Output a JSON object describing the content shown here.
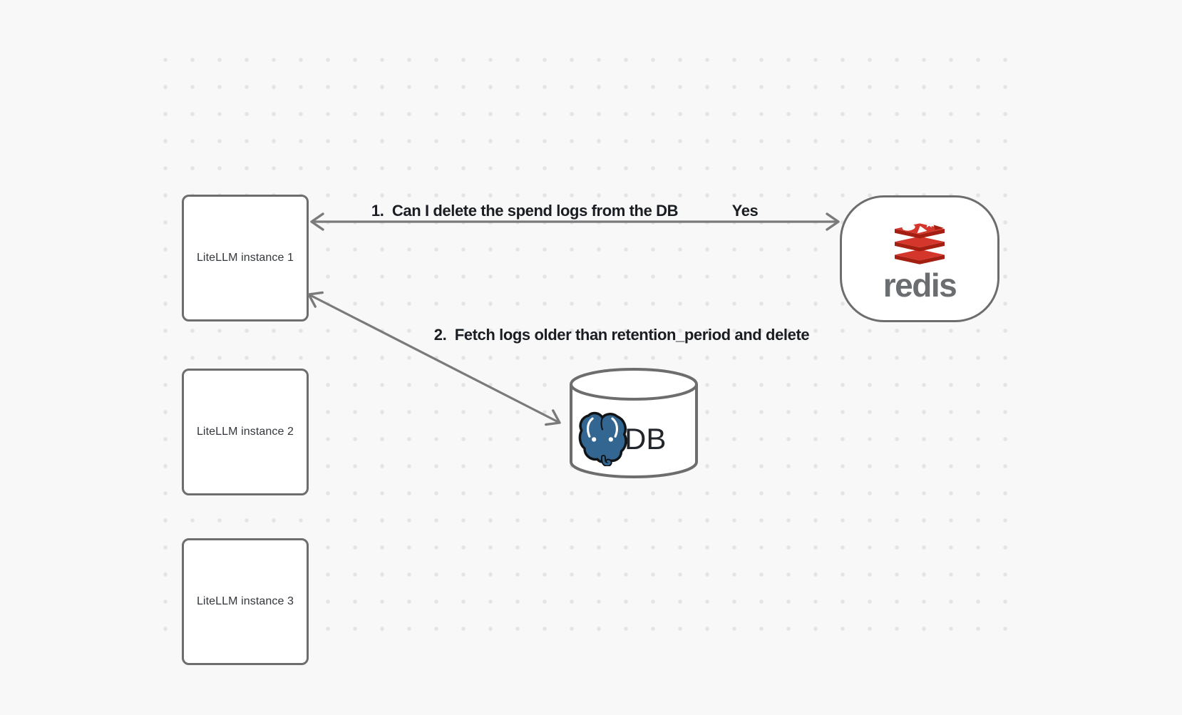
{
  "colors": {
    "background": "#f8f8f8",
    "dot": "#e4e4e4",
    "stroke": "#7a7a7a",
    "node-border": "#6d6d6d",
    "node-fill": "#ffffff",
    "label-text": "#1a1d21",
    "node-text": "#33373b",
    "redis-red": "#d5362c",
    "redis-red-dark": "#a41e11",
    "redis-wordmark": "#6b6e70",
    "pg-blue": "#336791",
    "pg-outline": "#101417",
    "db-text": "#22262a"
  },
  "nodes": {
    "instance1": {
      "label": "LiteLLM instance 1"
    },
    "instance2": {
      "label": "LiteLLM instance 2"
    },
    "instance3": {
      "label": "LiteLLM instance 3"
    },
    "redis": {
      "label": "redis"
    },
    "db": {
      "label": "DB"
    }
  },
  "edges": {
    "redis_query": {
      "label": "1.  Can I delete the spend logs from the DB",
      "reply": "Yes"
    },
    "db_fetch": {
      "label": "2.  Fetch logs older than retention_period and delete"
    }
  }
}
